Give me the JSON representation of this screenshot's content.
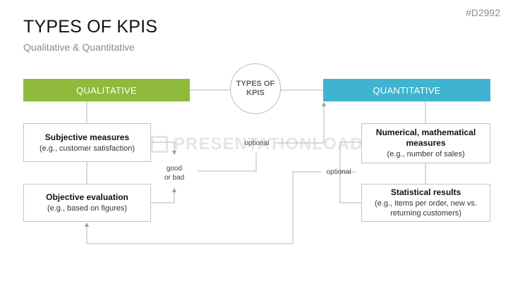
{
  "header": {
    "title": "TYPES OF KPIS",
    "subtitle": "Qualitative & Quantitative",
    "code": "#D2992"
  },
  "center": {
    "line1": "TYPES OF",
    "line2": "KPIS"
  },
  "qualitative": {
    "label": "QUALITATIVE",
    "color": "#8fba3c",
    "cards": [
      {
        "heading": "Subjective measures",
        "detail": "(e.g., customer satisfaction)"
      },
      {
        "heading": "Objective evaluation",
        "detail": "(e.g., based on figures)"
      }
    ]
  },
  "quantitative": {
    "label": "QUANTITATIVE",
    "color": "#3fb3cf",
    "cards": [
      {
        "heading_line1": "Numerical, mathematical",
        "heading_line2": "measures",
        "detail": "(e.g., number of sales)"
      },
      {
        "heading": "Statistical results",
        "detail_line1": "(e.g., items per order, new vs.",
        "detail_line2": "returning customers)"
      }
    ]
  },
  "connectors": {
    "good_line1": "good",
    "good_line2": "or bad",
    "optional_left": "optional",
    "optional_right": "optional"
  },
  "watermark": {
    "text": "PRESENTATIONLOAD"
  }
}
